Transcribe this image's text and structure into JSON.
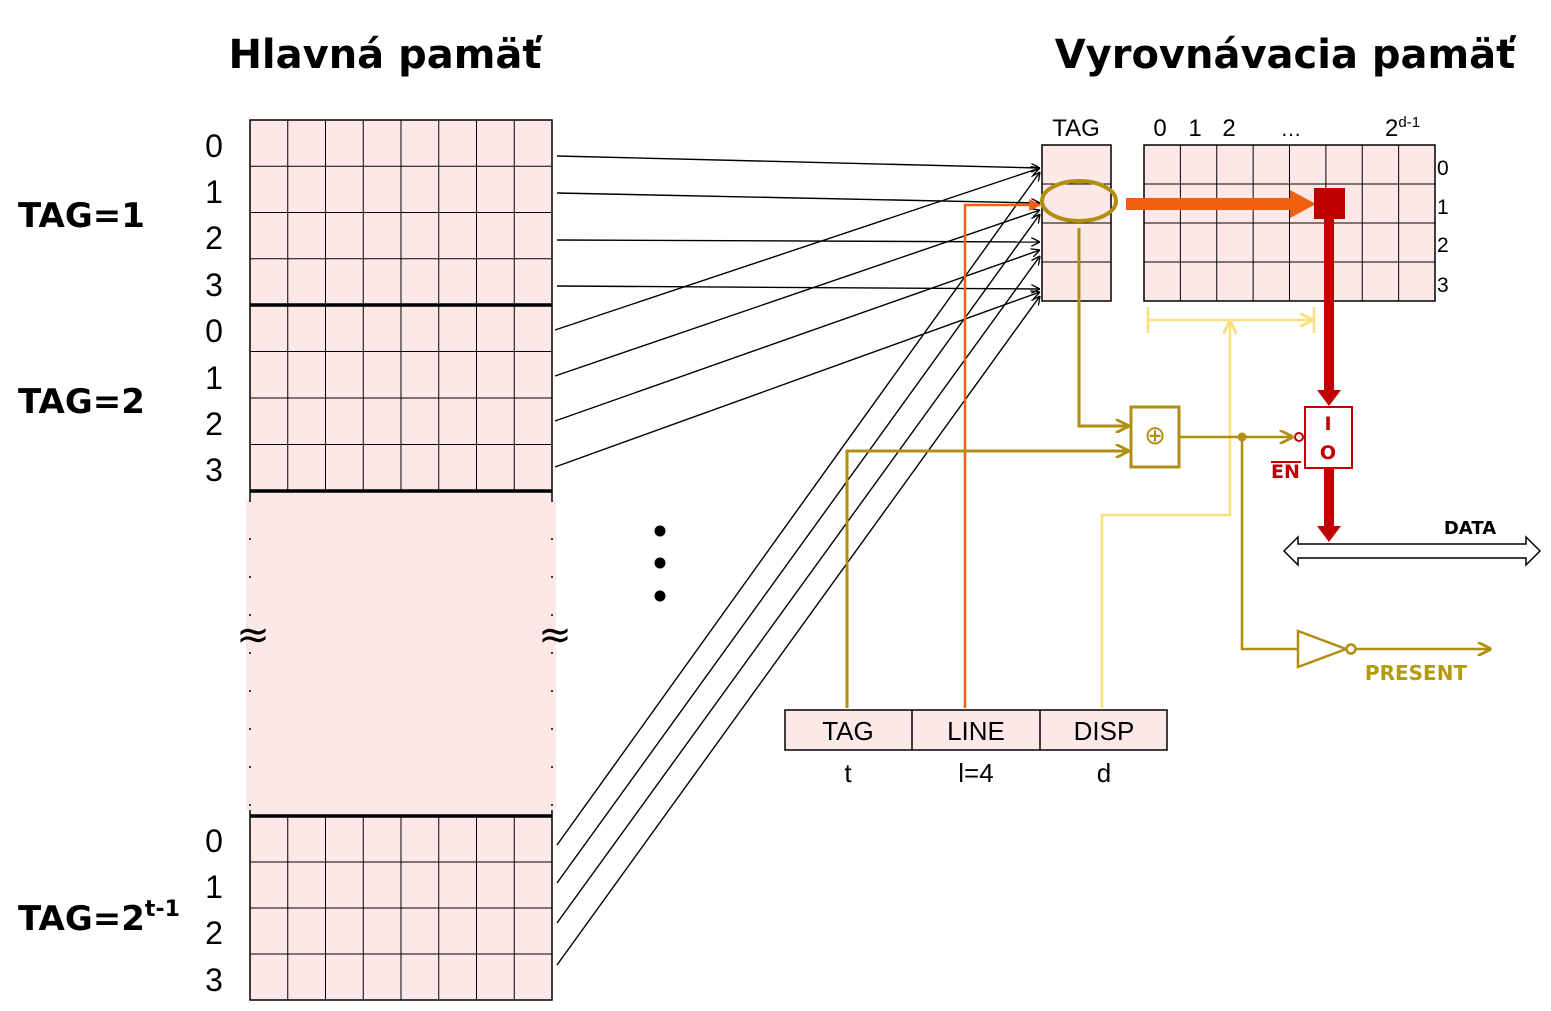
{
  "titles": {
    "main_memory": "Hlavná pamäť",
    "cache_memory": "Vyrovnávacia pamäť"
  },
  "main_memory": {
    "groups": [
      {
        "tag_label": "TAG=1",
        "tag_sup": "",
        "rows": [
          "0",
          "1",
          "2",
          "3"
        ]
      },
      {
        "tag_label": "TAG=2",
        "tag_sup": "",
        "rows": [
          "0",
          "1",
          "2",
          "3"
        ]
      },
      {
        "tag_label": "TAG=2",
        "tag_sup": "t-1",
        "rows": [
          "0",
          "1",
          "2",
          "3"
        ]
      }
    ],
    "break_symbol": "≈",
    "ellipsis_dots": "⋮"
  },
  "cache": {
    "tag_header": "TAG",
    "col_labels": [
      "0",
      "1",
      "2",
      "…"
    ],
    "last_col_base": "2",
    "last_col_sup": "d-1",
    "row_labels": [
      "0",
      "1",
      "2",
      "3"
    ]
  },
  "logic": {
    "xor_symbol": "⊕",
    "io_in": "I",
    "io_out": "O",
    "enable": "EN",
    "data_bus": "DATA",
    "present": "PRESENT"
  },
  "address": {
    "fields": [
      "TAG",
      "LINE",
      "DISP"
    ],
    "widths": [
      "t",
      "l=4",
      "d"
    ]
  },
  "colors": {
    "cell_fill": "#fde8e8",
    "orange": "#f06010",
    "olive": "#b08e10",
    "light_yellow": "#f8e07a",
    "dark_red": "#c00000"
  }
}
